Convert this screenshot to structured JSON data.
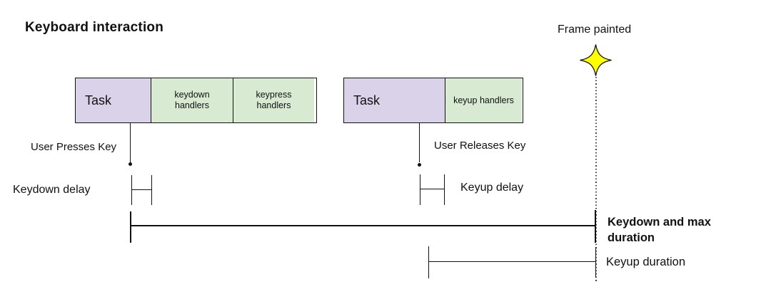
{
  "title": "Keyboard interaction",
  "annotations": {
    "frame_painted": "Frame painted",
    "user_presses": "User Presses Key",
    "user_releases": "User Releases Key",
    "keydown_delay": "Keydown delay",
    "keyup_delay": "Keyup delay",
    "keydown_max_duration": "Keydown and max duration",
    "keyup_duration": "Keyup duration"
  },
  "blocks": {
    "keydown": {
      "segments": [
        {
          "label": "Task",
          "type": "task"
        },
        {
          "label": "keydown handlers",
          "type": "handler"
        },
        {
          "label": "keypress handlers",
          "type": "handler"
        }
      ]
    },
    "keyup": {
      "segments": [
        {
          "label": "Task",
          "type": "task"
        },
        {
          "label": "keyup handlers",
          "type": "handler"
        }
      ]
    }
  },
  "colors": {
    "task_fill": "#d9d2e9",
    "handler_fill": "#d9ead3",
    "star_fill": "#ffff00",
    "line": "#111111"
  }
}
